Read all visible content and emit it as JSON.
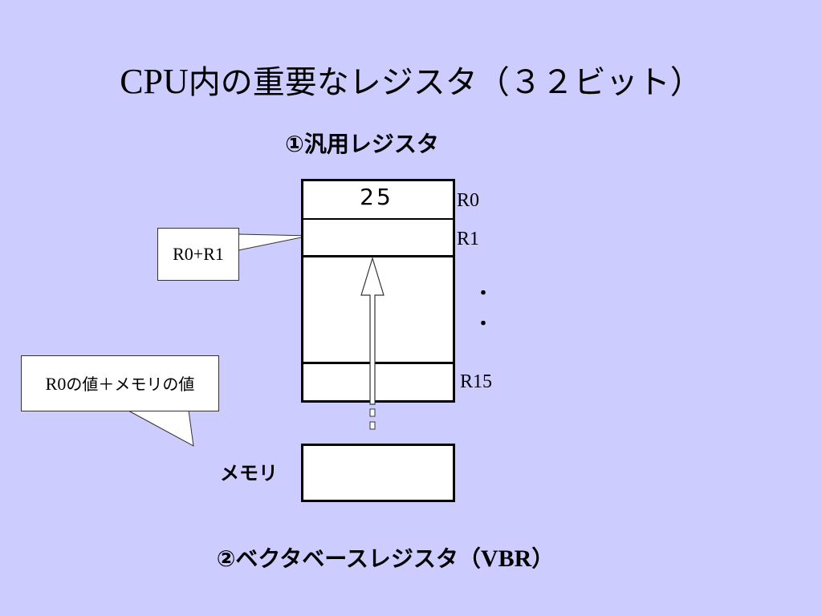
{
  "title": {
    "prefix": "CPU",
    "text": "内の重要なレジスタ（３２ビット）"
  },
  "section1": {
    "label": "①汎用レジスタ"
  },
  "registers": {
    "r0_value": "25",
    "labels": {
      "r0": "R0",
      "r1": "R1",
      "r15": "R15"
    },
    "ellipsis": "・\n・"
  },
  "callouts": {
    "sum": "R0+R1",
    "memory_sum": {
      "prefix": "R0",
      "text": "の値＋メモリの値"
    }
  },
  "memory": {
    "label": "メモリ"
  },
  "section2": {
    "label": "②ベクタベースレジスタ（",
    "abbr": "VBR",
    "suffix": "）"
  },
  "colors": {
    "background": "#ccccff",
    "box_fill": "#ffffff",
    "stroke": "#000000"
  }
}
